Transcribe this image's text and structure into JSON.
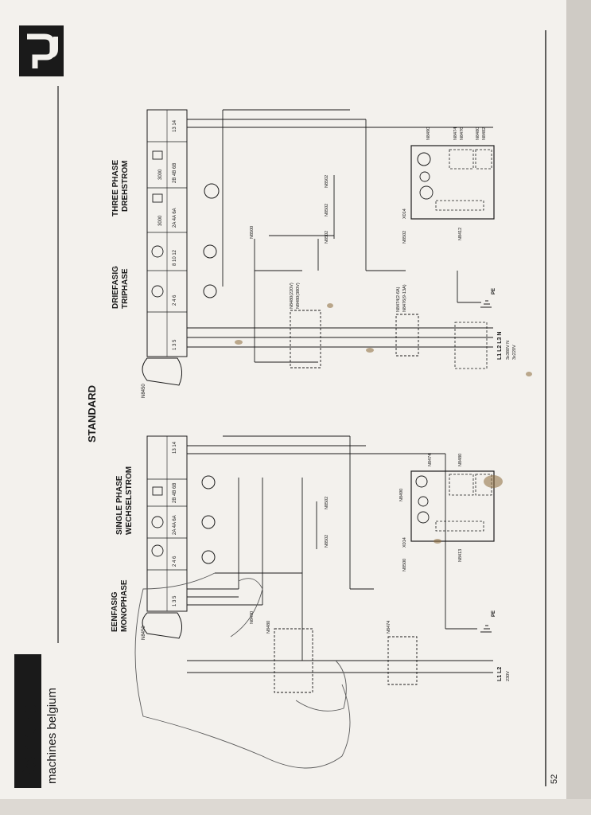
{
  "brand": {
    "name": "Robland",
    "subtitle": "machines belgium"
  },
  "page_number": "52",
  "title": "STANDARD",
  "single_phase": {
    "heading": [
      "SINGLE PHASE",
      "WECHSELSTROM"
    ],
    "subheading": [
      "EENFASIG",
      "MONOPHASE"
    ],
    "motor_ref": "N8450",
    "terminals": [
      "1 3 5",
      "2 4 6",
      "2A 4A 6A",
      "2B 4B 6B",
      "13 14"
    ],
    "components": [
      "N8490",
      "N8480",
      "N8474",
      "N8502",
      "N8502",
      "N8413",
      "X014",
      "N8500",
      "N8480",
      "N8474",
      "N8490"
    ],
    "supply": [
      "L1 L2",
      "230V"
    ],
    "earth": "PE"
  },
  "three_phase": {
    "heading": [
      "THREE PHASE",
      "DREHSTROM"
    ],
    "subheading": [
      "DRIEFASIG",
      "TRIPHASE"
    ],
    "motor_ref": "N8450",
    "speeds": [
      "3000",
      "3000"
    ],
    "terminals": [
      "1 3 5",
      "2 4 6",
      "8 10 12",
      "2A 4A 6A",
      "2B 4B 6B",
      "13 14"
    ],
    "components": [
      "N8500",
      "N8502",
      "N8502",
      "N8502",
      "N8480(220V)",
      "N8480(380V)",
      "N8474(2-6A)",
      "N8476(9-13A)",
      "X014",
      "N8502",
      "N8412",
      "N8490",
      "N8474",
      "N8476",
      "N8480",
      "N8482"
    ],
    "supply": [
      "L1 L2 L3 N",
      "3x380V N",
      "3x220V"
    ],
    "earth": "PE"
  },
  "colors": {
    "ink": "#1c1c1c",
    "paper": "#f4f2ee",
    "logo_bg": "#1a1a1a"
  }
}
